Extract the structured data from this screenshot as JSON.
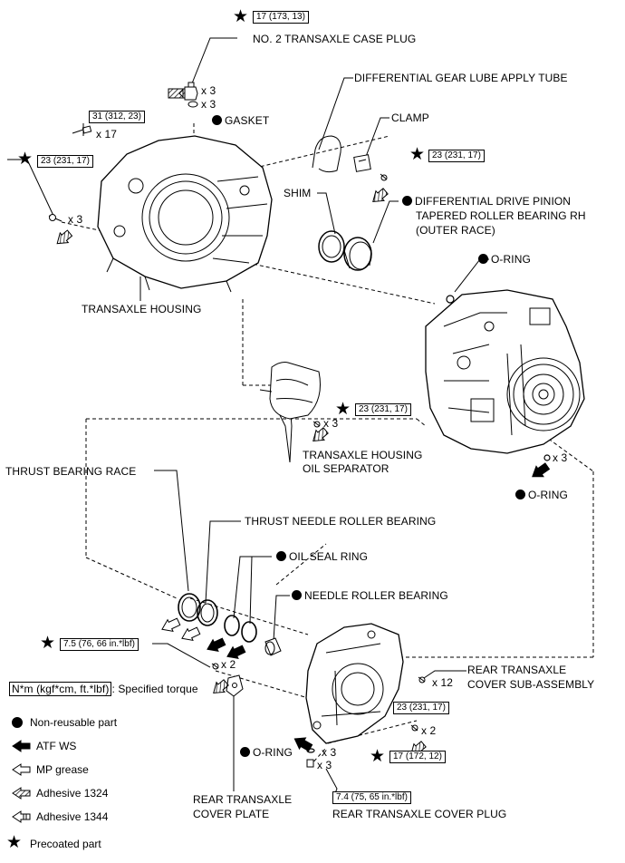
{
  "labels": {
    "case_plug": "NO. 2 TRANSAXLE CASE PLUG",
    "gasket": "GASKET",
    "lube_tube": "DIFFERENTIAL GEAR LUBE APPLY TUBE",
    "clamp": "CLAMP",
    "shim": "SHIM",
    "diff_bearing_1": "DIFFERENTIAL DRIVE PINION",
    "diff_bearing_2": "TAPERED ROLLER BEARING RH",
    "diff_bearing_3": "(OUTER RACE)",
    "housing": "TRANSAXLE HOUSING",
    "oring_top": "O-RING",
    "oil_sep_1": "TRANSAXLE HOUSING",
    "oil_sep_2": "OIL SEPARATOR",
    "thrust_race": "THRUST BEARING RACE",
    "thrust_needle": "THRUST NEEDLE ROLLER BEARING",
    "oil_seal": "OIL SEAL RING",
    "oring_mid": "O-RING",
    "needle_bearing": "NEEDLE ROLLER BEARING",
    "rear_cover_1": "REAR TRANSAXLE",
    "rear_cover_2": "COVER SUB-ASSEMBLY",
    "oring_bottom": "O-RING",
    "cover_plate_1": "REAR TRANSAXLE",
    "cover_plate_2": "COVER PLATE",
    "cover_plug": "REAR TRANSAXLE COVER PLUG"
  },
  "counts": {
    "plug_x3": "x 3",
    "gasket_x3": "x 3",
    "bolt_x17": "x 17",
    "bolt_x3_left": "x 3",
    "sep_x3": "x 3",
    "oring_x3": "x 3",
    "plate_x2": "x 2",
    "cover_x12": "x 12",
    "cover_x2": "x 2",
    "oring_x3_bottom": "x 3",
    "plug_x3_bottom": "x 3"
  },
  "torques": {
    "case_plug": "17 (173, 13)",
    "housing_bolt": "31 (312, 23)",
    "housing_left": "23 (231, 17)",
    "clamp": "23 (231, 17)",
    "oil_sep": "23 (231, 17)",
    "plate": "7.5 (76, 66 in.*lbf)",
    "cover": "23 (231, 17)",
    "cover_small": "17 (172, 12)",
    "cover_plug": "7.4 (75, 65 in.*lbf)"
  },
  "legend": {
    "torque_key": "N*m (kgf*cm, ft.*lbf)",
    "torque_desc": ": Specified torque",
    "non_reusable": "Non-reusable part",
    "atf": "ATF WS",
    "mp_grease": "MP grease",
    "adh_1324": "Adhesive 1324",
    "adh_1344": "Adhesive 1344",
    "precoated": "Precoated part"
  }
}
